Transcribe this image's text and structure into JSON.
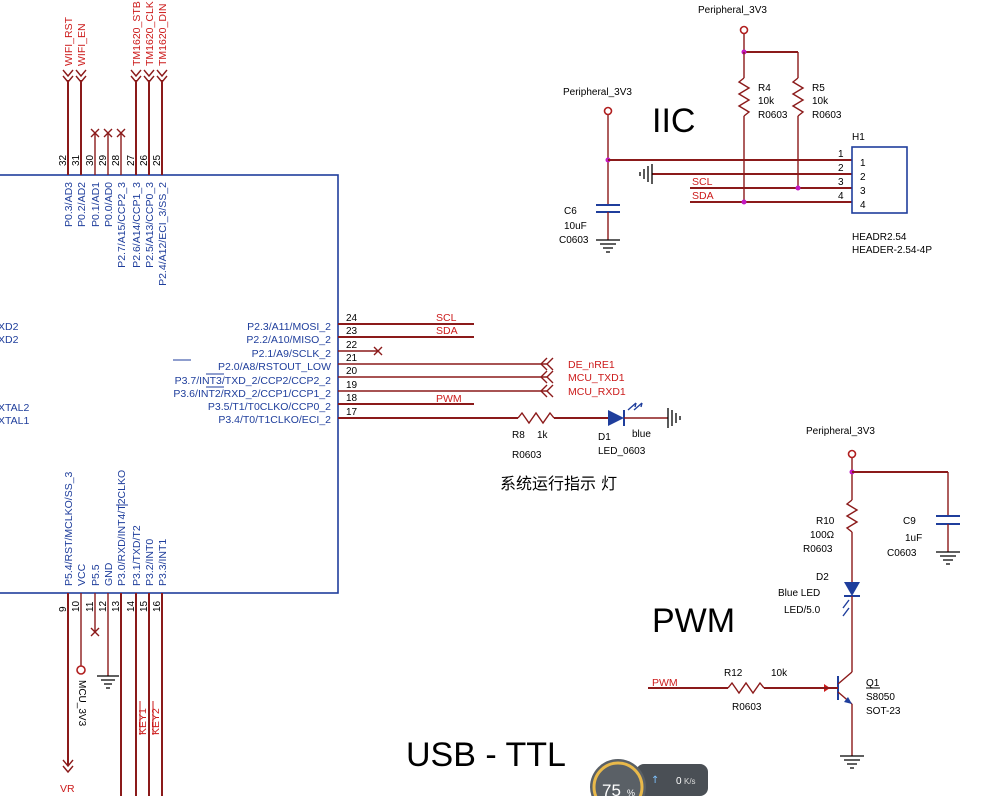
{
  "top_nets": [
    "WIFI_RST",
    "WIFI_EN",
    "TM1620_STB",
    "TM1620_CLK",
    "TM1620_DIN"
  ],
  "top_pins": [
    "32",
    "31",
    "30",
    "29",
    "28",
    "27",
    "26",
    "25"
  ],
  "top_pin_names": [
    "P0.3/AD3",
    "P0.2/AD2",
    "P0.1/AD1",
    "P0.0/AD0",
    "P2.7/A15/CCP2_3",
    "P2.6/A14/CCP1_3",
    "P2.5/A13/CCP0_3",
    "P2.4/A12/ECI_3/SS_2"
  ],
  "left_pin_names": [
    "XD2",
    "XD2",
    "XTAL2",
    "XTAL1"
  ],
  "right_pin_names": [
    "P2.3/A11/MOSI_2",
    "P2.2/A10/MISO_2",
    "P2.1/A9/SCLK_2",
    "P2.0/A8/RSTOUT_LOW",
    "P3.7/INT3/TXD_2/CCP2/CCP2_2",
    "P3.6/INT2/RXD_2/CCP1/CCP1_2",
    "P3.5/T1/T0CLKO/CCP0_2",
    "P3.4/T0/T1CLKO/ECI_2"
  ],
  "right_pins": [
    "24",
    "23",
    "22",
    "21",
    "20",
    "19",
    "18",
    "17"
  ],
  "right_nets": [
    "SCL",
    "SDA",
    "",
    "DE_nRE1",
    "MCU_TXD1",
    "MCU_RXD1",
    "PWM",
    ""
  ],
  "bottom_pin_names": [
    "P5.4/RST/MCLKO/SS_3",
    "VCC",
    "P5.5",
    "GND",
    "P3.0/RXD/INT4/T2CLKO",
    "P3.1/TXD/T2",
    "P3.2/INT0",
    "P3.3/INT1"
  ],
  "bottom_pins": [
    "9",
    "10",
    "11",
    "12",
    "13",
    "14",
    "15",
    "16"
  ],
  "bottom_nets": [
    "MCU_3V3",
    "KEY1",
    "KEY2"
  ],
  "iic": {
    "title": "IIC",
    "power_left": "Peripheral_3V3",
    "power_top": "Peripheral_3V3",
    "r4": {
      "ref": "R4",
      "val": "10k",
      "pkg": "R0603"
    },
    "r5": {
      "ref": "R5",
      "val": "10k",
      "pkg": "R0603"
    },
    "c6": {
      "ref": "C6",
      "val": "10uF",
      "pkg": "C0603"
    },
    "header": {
      "ref": "H1",
      "val": "HEADR2.54",
      "pkg": "HEADER-2.54-4P",
      "pins": [
        "1",
        "2",
        "3",
        "4"
      ],
      "inner": [
        "1",
        "2",
        "3",
        "4"
      ]
    },
    "nets": [
      "SCL",
      "SDA"
    ]
  },
  "led": {
    "r8": {
      "ref": "R8",
      "val": "1k",
      "pkg": "R0603"
    },
    "d1": {
      "ref": "D1",
      "val": "blue",
      "pkg": "LED_0603"
    },
    "caption": "系统运行指示 灯"
  },
  "pwm": {
    "title": "PWM",
    "power": "Peripheral_3V3",
    "r10": {
      "ref": "R10",
      "val": "100Ω",
      "pkg": "R0603"
    },
    "c9": {
      "ref": "C9",
      "val": "1uF",
      "pkg": "C0603"
    },
    "d2": {
      "ref": "D2",
      "val": "Blue LED",
      "pkg": "LED/5.0"
    },
    "r12": {
      "ref": "R12",
      "val": "10k",
      "pkg": "R0603"
    },
    "q1": {
      "ref": "Q1",
      "val": "S8050",
      "pkg": "SOT-23"
    },
    "net": "PWM"
  },
  "usb_title": "USB - TTL",
  "widget": {
    "percent": "75",
    "unit": "%",
    "speed": "0",
    "speed_unit": "K/s"
  }
}
